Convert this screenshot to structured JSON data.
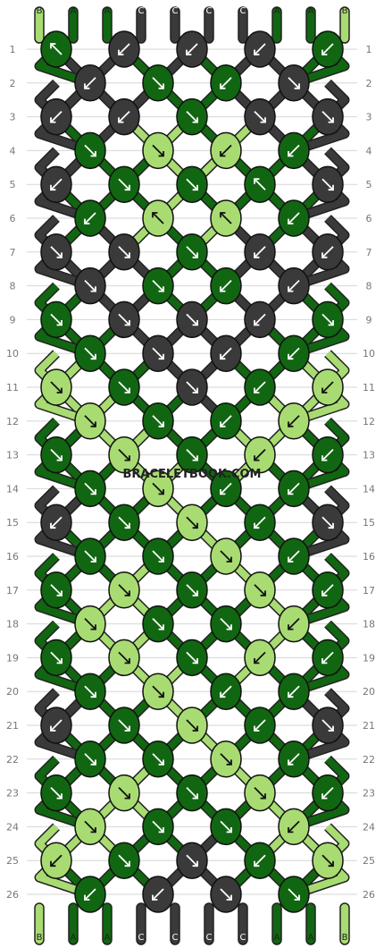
{
  "pattern": {
    "watermark": "BRACELETBOOK.COM",
    "colors": {
      "A": "#116611",
      "B": "#a8dc72",
      "C": "#3a3a3a"
    },
    "strings_top": [
      "B",
      "A",
      "A",
      "C",
      "C",
      "C",
      "C",
      "A",
      "A",
      "B"
    ],
    "strings_bottom": [
      "B",
      "A",
      "A",
      "C",
      "C",
      "C",
      "C",
      "A",
      "A",
      "B"
    ],
    "row_numbers": [
      "1",
      "2",
      "3",
      "4",
      "5",
      "6",
      "7",
      "8",
      "9",
      "10",
      "11",
      "12",
      "13",
      "14",
      "15",
      "16",
      "17",
      "18",
      "19",
      "20",
      "21",
      "22",
      "23",
      "24",
      "25",
      "26"
    ],
    "rows": [
      {
        "knots": [
          {
            "c": "A",
            "d": "ul"
          },
          {
            "c": "C",
            "d": "dl"
          },
          {
            "c": "C",
            "d": "dl"
          },
          {
            "c": "C",
            "d": "dl"
          },
          {
            "c": "A",
            "d": "dl"
          }
        ]
      },
      {
        "knots": [
          {
            "c": "C",
            "d": "dl"
          },
          {
            "c": "A",
            "d": "dr"
          },
          {
            "c": "A",
            "d": "dl"
          },
          {
            "c": "C",
            "d": "dr"
          }
        ]
      },
      {
        "knots": [
          {
            "c": "C",
            "d": "dl"
          },
          {
            "c": "C",
            "d": "dl"
          },
          {
            "c": "A",
            "d": "dr"
          },
          {
            "c": "C",
            "d": "dr"
          },
          {
            "c": "C",
            "d": "dr"
          }
        ]
      },
      {
        "knots": [
          {
            "c": "A",
            "d": "dr"
          },
          {
            "c": "B",
            "d": "dr"
          },
          {
            "c": "B",
            "d": "dl"
          },
          {
            "c": "A",
            "d": "dl"
          }
        ]
      },
      {
        "knots": [
          {
            "c": "C",
            "d": "dl"
          },
          {
            "c": "A",
            "d": "dr"
          },
          {
            "c": "A",
            "d": "dr"
          },
          {
            "c": "A",
            "d": "ul"
          },
          {
            "c": "C",
            "d": "dr"
          }
        ]
      },
      {
        "knots": [
          {
            "c": "A",
            "d": "dl"
          },
          {
            "c": "B",
            "d": "ul"
          },
          {
            "c": "B",
            "d": "ul"
          },
          {
            "c": "A",
            "d": "dl"
          }
        ]
      },
      {
        "knots": [
          {
            "c": "C",
            "d": "dr"
          },
          {
            "c": "C",
            "d": "dr"
          },
          {
            "c": "A",
            "d": "dr"
          },
          {
            "c": "C",
            "d": "dl"
          },
          {
            "c": "C",
            "d": "dl"
          }
        ]
      },
      {
        "knots": [
          {
            "c": "C",
            "d": "dr"
          },
          {
            "c": "A",
            "d": "dr"
          },
          {
            "c": "A",
            "d": "dl"
          },
          {
            "c": "C",
            "d": "dl"
          }
        ]
      },
      {
        "knots": [
          {
            "c": "A",
            "d": "dr"
          },
          {
            "c": "C",
            "d": "dr"
          },
          {
            "c": "C",
            "d": "dr"
          },
          {
            "c": "C",
            "d": "dl"
          },
          {
            "c": "A",
            "d": "dr"
          }
        ]
      },
      {
        "knots": [
          {
            "c": "A",
            "d": "dr"
          },
          {
            "c": "C",
            "d": "dr"
          },
          {
            "c": "C",
            "d": "dl"
          },
          {
            "c": "A",
            "d": "dl"
          }
        ]
      },
      {
        "knots": [
          {
            "c": "B",
            "d": "dr"
          },
          {
            "c": "A",
            "d": "dr"
          },
          {
            "c": "C",
            "d": "dr"
          },
          {
            "c": "A",
            "d": "dl"
          },
          {
            "c": "B",
            "d": "dl"
          }
        ]
      },
      {
        "knots": [
          {
            "c": "B",
            "d": "dr"
          },
          {
            "c": "A",
            "d": "dr"
          },
          {
            "c": "A",
            "d": "dl"
          },
          {
            "c": "B",
            "d": "dl"
          }
        ]
      },
      {
        "knots": [
          {
            "c": "A",
            "d": "dr"
          },
          {
            "c": "B",
            "d": "dr"
          },
          {
            "c": "A",
            "d": "dr"
          },
          {
            "c": "B",
            "d": "dl"
          },
          {
            "c": "A",
            "d": "dl"
          }
        ]
      },
      {
        "knots": [
          {
            "c": "A",
            "d": "dr"
          },
          {
            "c": "B",
            "d": "dr"
          },
          {
            "c": "A",
            "d": "dl"
          },
          {
            "c": "A",
            "d": "dl"
          }
        ]
      },
      {
        "knots": [
          {
            "c": "C",
            "d": "dl"
          },
          {
            "c": "A",
            "d": "dr"
          },
          {
            "c": "B",
            "d": "dr"
          },
          {
            "c": "A",
            "d": "dl"
          },
          {
            "c": "C",
            "d": "dr"
          }
        ]
      },
      {
        "knots": [
          {
            "c": "A",
            "d": "dr"
          },
          {
            "c": "A",
            "d": "dr"
          },
          {
            "c": "B",
            "d": "dr"
          },
          {
            "c": "A",
            "d": "dl"
          }
        ]
      },
      {
        "knots": [
          {
            "c": "A",
            "d": "dr"
          },
          {
            "c": "B",
            "d": "dr"
          },
          {
            "c": "A",
            "d": "dr"
          },
          {
            "c": "B",
            "d": "dr"
          },
          {
            "c": "A",
            "d": "dl"
          }
        ]
      },
      {
        "knots": [
          {
            "c": "B",
            "d": "dr"
          },
          {
            "c": "A",
            "d": "dr"
          },
          {
            "c": "A",
            "d": "dr"
          },
          {
            "c": "B",
            "d": "dl"
          }
        ]
      },
      {
        "knots": [
          {
            "c": "A",
            "d": "dr"
          },
          {
            "c": "B",
            "d": "dr"
          },
          {
            "c": "A",
            "d": "dr"
          },
          {
            "c": "B",
            "d": "dl"
          },
          {
            "c": "A",
            "d": "dl"
          }
        ]
      },
      {
        "knots": [
          {
            "c": "A",
            "d": "dr"
          },
          {
            "c": "B",
            "d": "dr"
          },
          {
            "c": "A",
            "d": "dl"
          },
          {
            "c": "A",
            "d": "dl"
          }
        ]
      },
      {
        "knots": [
          {
            "c": "C",
            "d": "dl"
          },
          {
            "c": "A",
            "d": "dr"
          },
          {
            "c": "B",
            "d": "dr"
          },
          {
            "c": "A",
            "d": "dl"
          },
          {
            "c": "C",
            "d": "dr"
          }
        ]
      },
      {
        "knots": [
          {
            "c": "A",
            "d": "dr"
          },
          {
            "c": "A",
            "d": "dr"
          },
          {
            "c": "B",
            "d": "dr"
          },
          {
            "c": "A",
            "d": "dl"
          }
        ]
      },
      {
        "knots": [
          {
            "c": "A",
            "d": "dr"
          },
          {
            "c": "B",
            "d": "dr"
          },
          {
            "c": "A",
            "d": "dr"
          },
          {
            "c": "B",
            "d": "dr"
          },
          {
            "c": "A",
            "d": "dl"
          }
        ]
      },
      {
        "knots": [
          {
            "c": "B",
            "d": "dr"
          },
          {
            "c": "A",
            "d": "dr"
          },
          {
            "c": "A",
            "d": "dr"
          },
          {
            "c": "B",
            "d": "dl"
          }
        ]
      },
      {
        "knots": [
          {
            "c": "B",
            "d": "dl"
          },
          {
            "c": "A",
            "d": "dr"
          },
          {
            "c": "C",
            "d": "dr"
          },
          {
            "c": "A",
            "d": "dl"
          },
          {
            "c": "B",
            "d": "dr"
          }
        ]
      },
      {
        "knots": [
          {
            "c": "A",
            "d": "dl"
          },
          {
            "c": "C",
            "d": "dl"
          },
          {
            "c": "C",
            "d": "dr"
          },
          {
            "c": "A",
            "d": "dr"
          }
        ]
      }
    ]
  }
}
